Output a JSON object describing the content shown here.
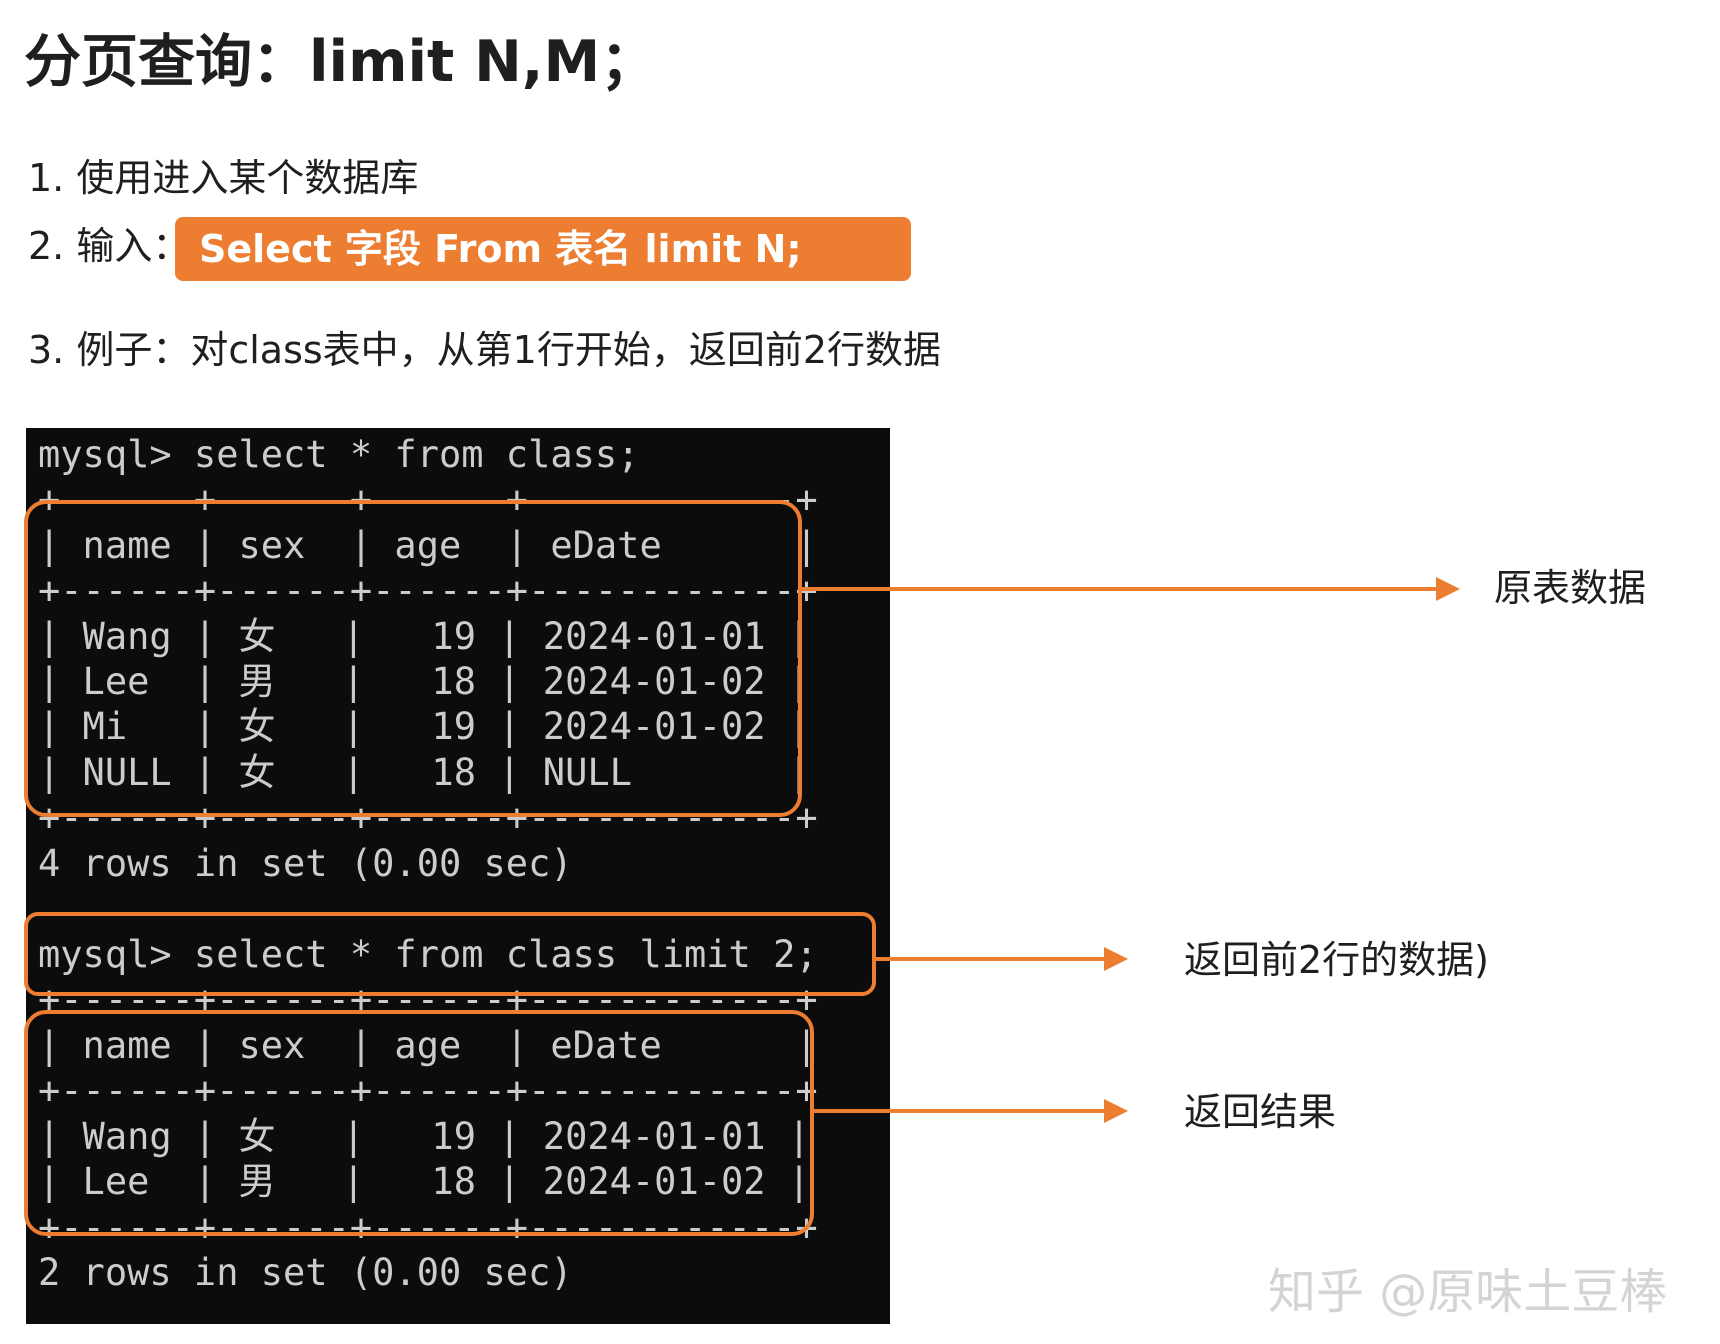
{
  "title": "分页查询：limit N,M；",
  "steps": {
    "step1": "1. 使用进入某个数据库",
    "step2_label": "2. 输入：",
    "step2_syntax": "Select 字段 From 表名 limit N;",
    "step3": "3. 例子：对class表中，从第1行开始，返回前2行数据"
  },
  "terminal": {
    "lines": [
      "mysql> select * from class;",
      "+------+------+------+------------+",
      "| name | sex  | age  | eDate      |",
      "+------+------+------+------------+",
      "| Wang | 女   |   19 | 2024-01-01 |",
      "| Lee  | 男   |   18 | 2024-01-02 |",
      "| Mi   | 女   |   19 | 2024-01-02 |",
      "| NULL | 女   |   18 | NULL       |",
      "+------+------+------+------------+",
      "4 rows in set (0.00 sec)",
      "",
      "mysql> select * from class limit 2;",
      "+------+------+------+------------+",
      "| name | sex  | age  | eDate      |",
      "+------+------+------+------------+",
      "| Wang | 女   |   19 | 2024-01-01 |",
      "| Lee  | 男   |   18 | 2024-01-02 |",
      "+------+------+------+------------+",
      "2 rows in set (0.00 sec)"
    ]
  },
  "annotations": {
    "original_data": "原表数据",
    "first_two_rows": "返回前2行的数据)",
    "result": "返回结果"
  },
  "watermark": "知乎 @原味土豆棒",
  "colors": {
    "accent": "#ed7d31",
    "terminal_bg": "#0c0c0c",
    "terminal_text": "#cccccc"
  }
}
